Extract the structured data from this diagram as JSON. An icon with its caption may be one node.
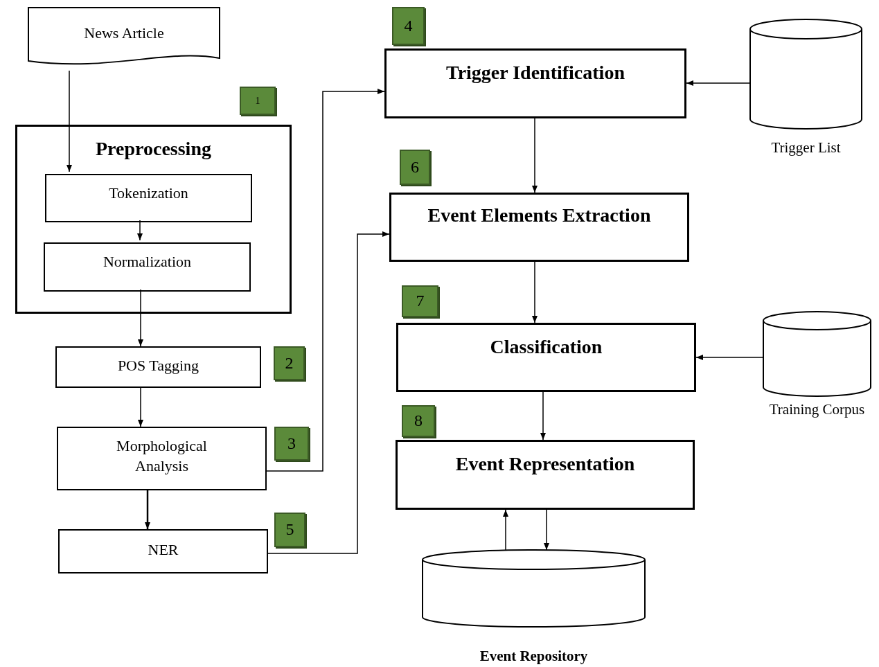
{
  "diagram": {
    "nodes": [
      {
        "text": [
          "News Article"
        ]
      },
      {
        "text": [
          "Preprocessing"
        ]
      },
      {
        "text": [
          "Tokenization"
        ],
        "in": 1
      },
      {
        "text": [
          "Normalization"
        ],
        "in": 1
      },
      {
        "text": [
          "1"
        ]
      },
      {
        "text": [
          "POS Tagging"
        ]
      },
      {
        "text": [
          "2"
        ]
      },
      {
        "text": [
          "Morphological Analysis"
        ]
      },
      {
        "text": [
          "3"
        ]
      },
      {
        "text": [
          "NER"
        ]
      },
      {
        "text": [
          "5"
        ]
      },
      {
        "text": [
          "4"
        ]
      },
      {
        "text": [
          "Trigger Identification"
        ]
      },
      {
        "text": [
          "Trigger List"
        ]
      },
      {
        "text": [
          "6"
        ]
      },
      {
        "text": [
          "Event Elements Extraction"
        ]
      },
      {
        "text": [
          "7"
        ]
      },
      {
        "text": [
          "Classification"
        ]
      },
      {
        "text": [
          "Training Corpus"
        ]
      },
      {
        "text": [
          "8"
        ]
      },
      {
        "text": [
          "Event Representation"
        ]
      },
      {
        "text": [
          "Event Repository"
        ]
      }
    ],
    "edges": [
      {
        "from": 0,
        "to": 2,
        "arrow": "to"
      },
      {
        "from": 2,
        "to": 3,
        "arrow": "to"
      },
      {
        "from": 3,
        "to": 5,
        "arrow": "to"
      },
      {
        "from": 5,
        "to": 7,
        "arrow": "to"
      },
      {
        "from": 7,
        "to": 9,
        "arrow": "to"
      },
      {
        "from": 7,
        "to": 12,
        "arrow": "to"
      },
      {
        "from": 9,
        "to": 15,
        "arrow": "to"
      },
      {
        "from": 13,
        "to": 12,
        "arrow": "to"
      },
      {
        "from": 12,
        "to": 15,
        "arrow": "to"
      },
      {
        "from": 15,
        "to": 17,
        "arrow": "to"
      },
      {
        "from": 18,
        "to": 17,
        "arrow": "to"
      },
      {
        "from": 17,
        "to": 20,
        "arrow": "to"
      },
      {
        "from": 20,
        "to": 21,
        "arrow": "to"
      },
      {
        "from": 21,
        "to": 20,
        "arrow": "to"
      }
    ]
  }
}
